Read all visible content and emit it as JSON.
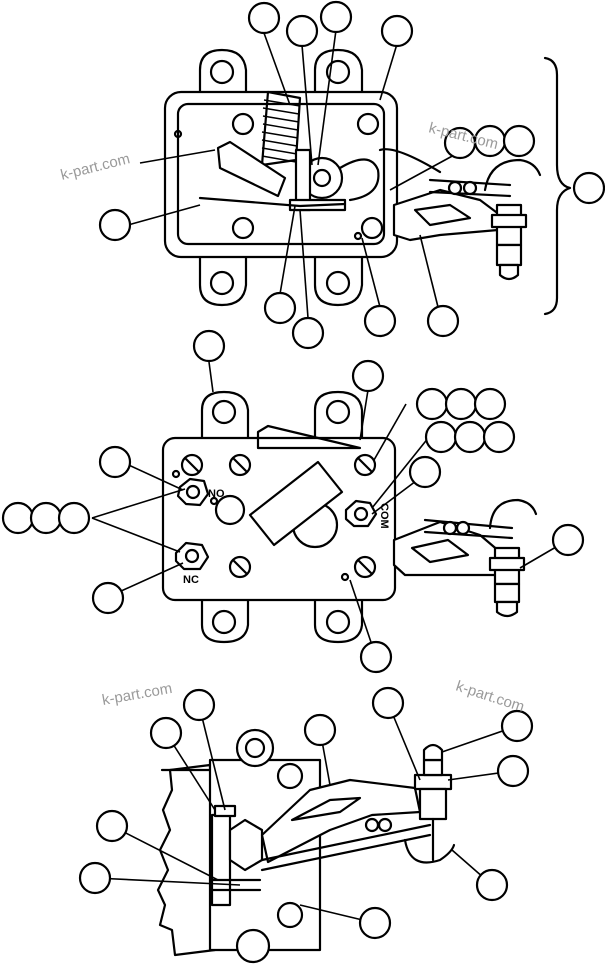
{
  "watermark": {
    "text": "k-part.com"
  },
  "terminals": {
    "no": "NO",
    "nc": "NC",
    "com": "COM"
  }
}
